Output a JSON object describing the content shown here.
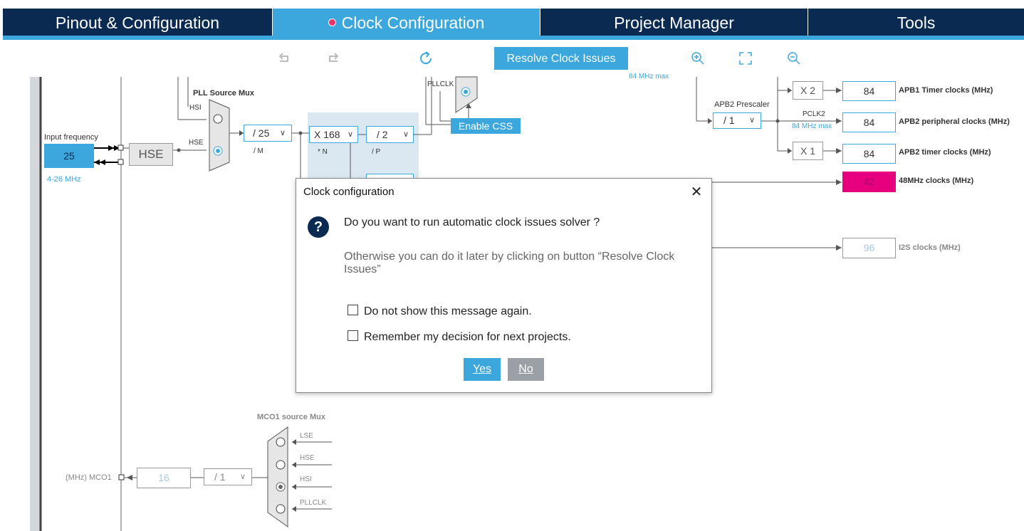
{
  "tabs": [
    {
      "label": "Pinout & Configuration"
    },
    {
      "label": "Clock Configuration"
    },
    {
      "label": "Project Manager"
    },
    {
      "label": "Tools"
    }
  ],
  "toolbar": {
    "resolve_label": "Resolve Clock Issues",
    "icons": [
      "undo-icon",
      "redo-icon",
      "refresh-icon",
      "zoom-in-icon",
      "fit-screen-icon",
      "zoom-out-icon"
    ]
  },
  "diagram": {
    "input_frequency_label": "Input frequency",
    "input_frequency_value": "25",
    "input_frequency_range": "4-26 MHz",
    "hse_label": "HSE",
    "pll_mux_label": "PLL Source Mux",
    "hsi_small": "HSI",
    "hse_small": "HSE",
    "pllm_value": "/ 25",
    "pllm_label": "/ M",
    "plln_value": "X 168",
    "plln_label": "* N",
    "pllp_value": "/ 2",
    "pllp_label": "/ P",
    "pllclk_label": "PLLCLK",
    "enable_css": "Enable CSS",
    "apb1_max": "84 MHz max",
    "x2_label": "X 2",
    "x1_label": "X 1",
    "apb2_prescaler_label": "APB2 Prescaler",
    "apb2_prescaler_value": "/ 1",
    "pclk2_label": "PCLK2",
    "pclk2_max": "84 MHz max",
    "apb1_timer_value": "84",
    "apb1_timer_label": "APB1 Timer clocks (MHz)",
    "apb2_periph_value": "84",
    "apb2_periph_label": "APB2 peripheral clocks (MHz)",
    "apb2_timer_value": "84",
    "apb2_timer_label": "APB2 timer clocks (MHz)",
    "clk48_value": "42",
    "clk48_label": "48MHz clocks (MHz)",
    "i2s_value": "96",
    "i2s_label": "I2S clocks (MHz)",
    "mco1_mux_label": "MCO1 source Mux",
    "mco1_inputs": [
      "LSE",
      "HSE",
      "HSI",
      "PLLCLK"
    ],
    "mco1_out_label": "(MHz) MCO1",
    "mco1_value": "16",
    "mco1_div": "/ 1",
    "colors": {
      "accent": "#3ba7dc",
      "nav": "#0a2a52",
      "error": "#e6007e"
    }
  },
  "dialog": {
    "title": "Clock configuration",
    "question": "Do you want to run automatic clock issues solver ?",
    "hint": "Otherwise you can do it later by clicking on button “Resolve Clock Issues”",
    "check1": "Do not show this message again.",
    "check2": "Remember my decision for next projects.",
    "yes": "Yes",
    "no": "No"
  }
}
